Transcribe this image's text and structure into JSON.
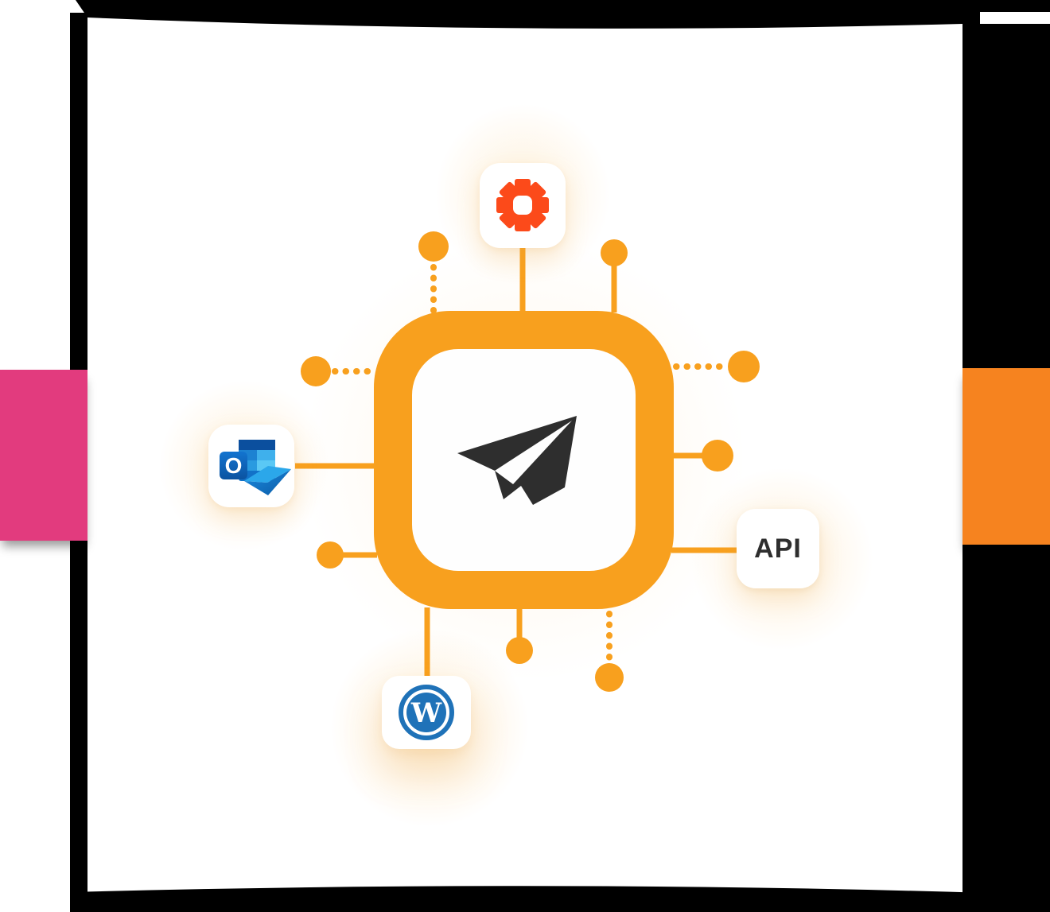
{
  "scene": {
    "description": "Telegram integrations hub illustration",
    "background_color": "#ffffff",
    "frame_color": "#000000"
  },
  "side_bars": {
    "left": {
      "color": "#E23B7E"
    },
    "right": {
      "color": "#F6831F"
    }
  },
  "hub": {
    "service": "Telegram",
    "icon": "telegram-plane-icon",
    "ring_color": "#F8A01E",
    "plane_color": "#2E2E2E"
  },
  "connectors": {
    "color": "#F8A01E",
    "solid_count": 8,
    "dotted_count": 4,
    "dot_count": 8
  },
  "nodes": [
    {
      "id": "zapier",
      "position": "top",
      "icon": "zapier-asterisk-icon",
      "color": "#FC4A1A",
      "label": ""
    },
    {
      "id": "outlook",
      "position": "left",
      "icon": "outlook-icon",
      "letter": "O"
    },
    {
      "id": "api",
      "position": "right",
      "label": "API"
    },
    {
      "id": "wordpress",
      "position": "bottom",
      "icon": "wordpress-icon",
      "letter": "W",
      "color": "#1F72B8"
    }
  ]
}
